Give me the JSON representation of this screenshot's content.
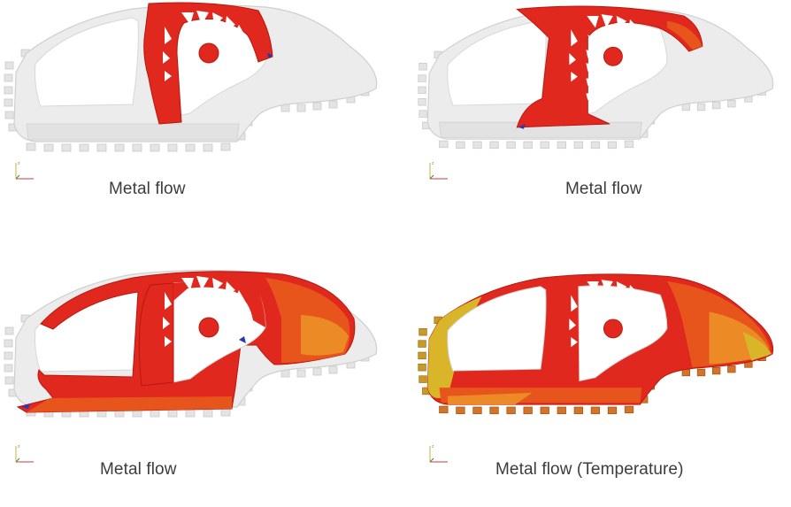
{
  "panels": [
    {
      "caption": "Metal flow"
    },
    {
      "caption": "Metal flow"
    },
    {
      "caption": "Metal flow"
    },
    {
      "caption": "Metal flow (Temperature)"
    }
  ],
  "colors": {
    "sheet_base": "#e9e9e9",
    "sheet_edge": "#cfcfcf",
    "flow_red": "#e0281e",
    "flow_dark": "#b8170f",
    "flow_orange": "#e8551c",
    "flow_amber": "#ec8a26",
    "temp_yellow": "#d9b52a",
    "contact_blue": "#2a36b8"
  }
}
